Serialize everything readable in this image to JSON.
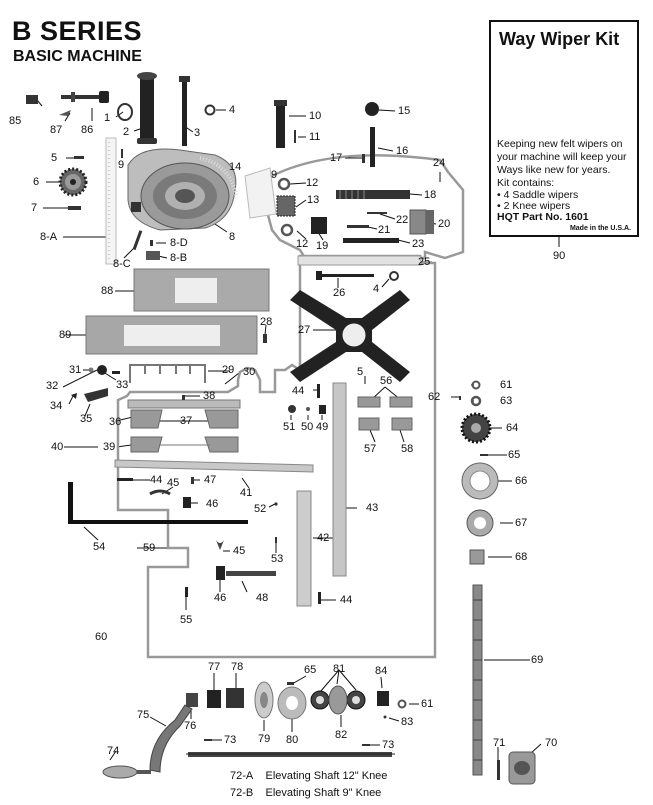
{
  "header": {
    "title": "B SERIES",
    "subtitle": "BASIC MACHINE"
  },
  "kit": {
    "title": "Way Wiper Kit",
    "description": "Keeping new felt wipers on your machine will keep your Ways like new for years.",
    "contains_label": "Kit contains:",
    "items": [
      "• 4 Saddle wipers",
      "• 2 Knee wipers"
    ],
    "part_no": "HQT Part No. 1601",
    "made_in": "Made in the U.S.A."
  },
  "legend": [
    {
      "code": "72-A",
      "text": "Elevating Shaft 12\" Knee"
    },
    {
      "code": "72-B",
      "text": "Elevating Shaft 9\" Knee"
    }
  ],
  "labels": {
    "l1": "1",
    "l2": "2",
    "l3": "3",
    "l4a": "4",
    "l4b": "4",
    "l5a": "5",
    "l5b": "5",
    "l6": "6",
    "l7": "7",
    "l8": "8",
    "l8a": "8-A",
    "l8b": "8-B",
    "l8c": "8-C",
    "l8d": "8-D",
    "l9a": "9",
    "l9b": "9",
    "l10": "10",
    "l11": "11",
    "l12a": "12",
    "l12b": "12",
    "l13": "13",
    "l14": "14",
    "l15": "15",
    "l16": "16",
    "l17": "17",
    "l18": "18",
    "l19": "19",
    "l20": "20",
    "l21": "21",
    "l22": "22",
    "l23": "23",
    "l24": "24",
    "l25": "25",
    "l26": "26",
    "l27": "27",
    "l28": "28",
    "l29": "29",
    "l30": "30",
    "l31": "31",
    "l32": "32",
    "l33": "33",
    "l34": "34",
    "l35": "35",
    "l36": "36",
    "l37": "37",
    "l38": "38",
    "l39": "39",
    "l40": "40",
    "l41": "41",
    "l42": "42",
    "l43": "43",
    "l44a": "44",
    "l44b": "44",
    "l44c": "44",
    "l45a": "45",
    "l45b": "45",
    "l46a": "46",
    "l46b": "46",
    "l47": "47",
    "l48": "48",
    "l49": "49",
    "l50": "50",
    "l51": "51",
    "l52": "52",
    "l53": "53",
    "l54": "54",
    "l55": "55",
    "l56": "56",
    "l57": "57",
    "l58": "58",
    "l59": "59",
    "l60": "60",
    "l61a": "61",
    "l61b": "61",
    "l62": "62",
    "l63": "63",
    "l64": "64",
    "l65a": "65",
    "l65b": "65",
    "l66": "66",
    "l67": "67",
    "l68": "68",
    "l69": "69",
    "l70": "70",
    "l71": "71",
    "l73a": "73",
    "l73b": "73",
    "l74": "74",
    "l75": "75",
    "l76": "76",
    "l77": "77",
    "l78": "78",
    "l79": "79",
    "l80": "80",
    "l81": "81",
    "l82": "82",
    "l83": "83",
    "l84": "84",
    "l85": "85",
    "l86": "86",
    "l87": "87",
    "l88": "88",
    "l89": "89",
    "l90": "90"
  }
}
